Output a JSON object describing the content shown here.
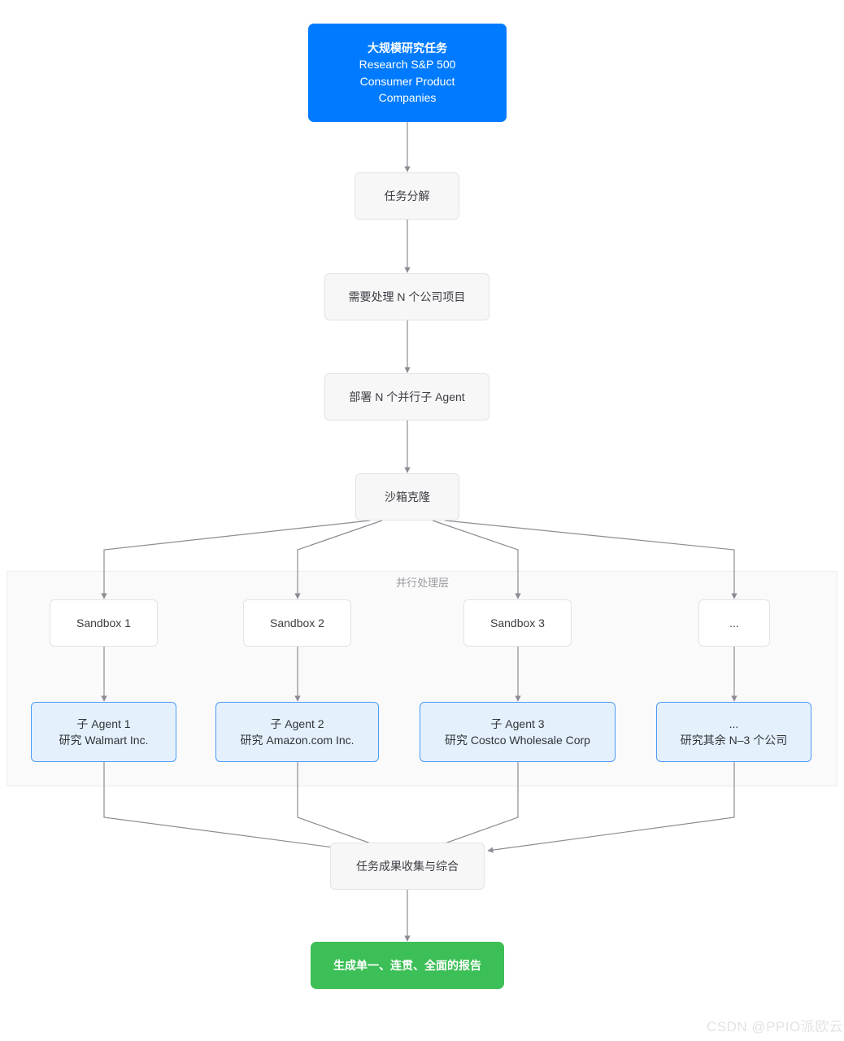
{
  "diagram": {
    "type": "flowchart",
    "direction": "top-down",
    "watermark": "CSDN @PPIO派欧云",
    "colors": {
      "start_node_fill": "#007bff",
      "start_node_text": "#ffffff",
      "end_node_fill": "#3cbf56",
      "end_node_text": "#ffffff",
      "process_node_fill": "#f7f7f8",
      "process_node_border": "#e2e3e6",
      "sandbox_node_fill": "#ffffff",
      "agent_node_fill": "#e4f1fd",
      "agent_node_border": "#4c9af5",
      "subgraph_fill": "#fafafa",
      "edge_stroke": "#8c8c94",
      "watermark_color": "#e3e3e6"
    },
    "subgraph": {
      "label": "并行处理层"
    },
    "nodes": [
      {
        "id": "start",
        "kind": "start",
        "lines": [
          "大规模研究任务",
          "Research S&P 500",
          "Consumer Product",
          "Companies"
        ]
      },
      {
        "id": "decompose",
        "kind": "process",
        "lines": [
          "任务分解"
        ]
      },
      {
        "id": "items",
        "kind": "process",
        "lines": [
          "需要处理 N 个公司项目"
        ]
      },
      {
        "id": "deploy",
        "kind": "process",
        "lines": [
          "部署 N 个并行子 Agent"
        ]
      },
      {
        "id": "clone",
        "kind": "process",
        "lines": [
          "沙箱克隆"
        ]
      },
      {
        "id": "sandbox1",
        "kind": "sandbox",
        "lines": [
          "Sandbox 1"
        ]
      },
      {
        "id": "sandbox2",
        "kind": "sandbox",
        "lines": [
          "Sandbox 2"
        ]
      },
      {
        "id": "sandbox3",
        "kind": "sandbox",
        "lines": [
          "Sandbox 3"
        ]
      },
      {
        "id": "sandboxn",
        "kind": "sandbox",
        "lines": [
          "..."
        ]
      },
      {
        "id": "agent1",
        "kind": "agent",
        "lines": [
          "子 Agent 1",
          "研究 Walmart Inc."
        ]
      },
      {
        "id": "agent2",
        "kind": "agent",
        "lines": [
          "子 Agent 2",
          "研究 Amazon.com Inc."
        ]
      },
      {
        "id": "agent3",
        "kind": "agent",
        "lines": [
          "子 Agent 3",
          "研究 Costco Wholesale Corp"
        ]
      },
      {
        "id": "agentn",
        "kind": "agent",
        "lines": [
          "...",
          "研究其余 N–3 个公司"
        ]
      },
      {
        "id": "collect",
        "kind": "process",
        "lines": [
          "任务成果收集与综合"
        ]
      },
      {
        "id": "report",
        "kind": "end",
        "lines": [
          "生成单一、连贯、全面的报告"
        ]
      }
    ],
    "edges": [
      {
        "from": "start",
        "to": "decompose"
      },
      {
        "from": "decompose",
        "to": "items"
      },
      {
        "from": "items",
        "to": "deploy"
      },
      {
        "from": "deploy",
        "to": "clone"
      },
      {
        "from": "clone",
        "to": "sandbox1"
      },
      {
        "from": "clone",
        "to": "sandbox2"
      },
      {
        "from": "clone",
        "to": "sandbox3"
      },
      {
        "from": "clone",
        "to": "sandboxn"
      },
      {
        "from": "sandbox1",
        "to": "agent1"
      },
      {
        "from": "sandbox2",
        "to": "agent2"
      },
      {
        "from": "sandbox3",
        "to": "agent3"
      },
      {
        "from": "sandboxn",
        "to": "agentn"
      },
      {
        "from": "agent1",
        "to": "collect"
      },
      {
        "from": "agent2",
        "to": "collect"
      },
      {
        "from": "agent3",
        "to": "collect"
      },
      {
        "from": "agentn",
        "to": "collect"
      },
      {
        "from": "collect",
        "to": "report"
      }
    ]
  }
}
